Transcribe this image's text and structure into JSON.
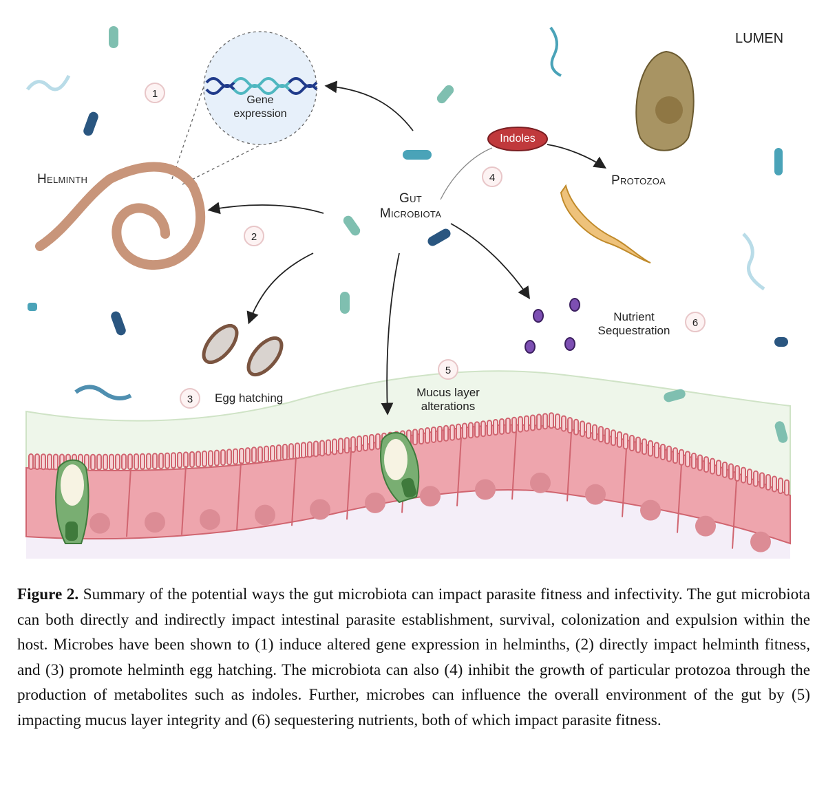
{
  "figure": {
    "labels": {
      "lumen": "LUMEN",
      "helminth": "Helminth",
      "gut_microbiota_line1": "Gut",
      "gut_microbiota_line2": "Microbiota",
      "protozoa": "Protozoa",
      "gene_expression_line1": "Gene",
      "gene_expression_line2": "expression",
      "indoles": "Indoles",
      "egg_hatching": "Egg hatching",
      "mucus_line1": "Mucus layer",
      "mucus_line2": "alterations",
      "nutrient_line1": "Nutrient",
      "nutrient_line2": "Sequestration"
    },
    "steps": [
      "1",
      "2",
      "3",
      "4",
      "5",
      "6"
    ],
    "colors": {
      "helminth": "#c8957a",
      "indoles": "#c0393c",
      "nutrients": "#7d4fb3",
      "epithelium": "#eea5ad",
      "goblet": "#79ae72",
      "mucus": "#eef6ea",
      "bacteria_teal": "#4aa3b8",
      "bacteria_navy": "#2a5680",
      "bacteria_mint": "#7fbfb0"
    }
  },
  "caption": {
    "figure_label": "Figure 2.",
    "text": " Summary of the potential ways the gut microbiota can impact parasite fitness and infectivity. The gut microbiota can both directly and indirectly impact intestinal parasite establishment, survival, colonization and expulsion within the host.  Microbes have been shown to (1) induce altered gene expression in helminths, (2) directly impact helminth fitness, and (3) promote helminth egg hatching.  The microbiota can also (4) inhibit the growth of particular protozoa through the production of metabolites such as indoles. Further, microbes can influence the overall environment of the gut by (5) impacting mucus layer integrity and (6) sequestering nutrients, both of which impact parasite fitness."
  }
}
